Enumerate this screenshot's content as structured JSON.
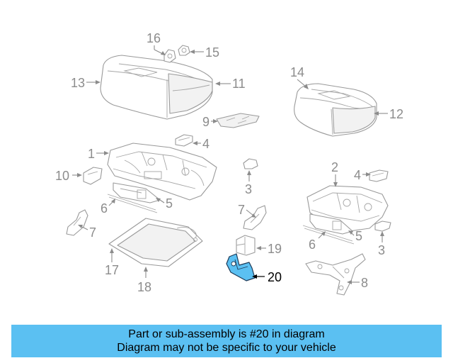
{
  "diagram": {
    "labels": {
      "p1": "1",
      "p2": "2",
      "p3a": "3",
      "p3b": "3",
      "p4a": "4",
      "p4b": "4",
      "p5a": "5",
      "p5b": "5",
      "p6a": "6",
      "p6b": "6",
      "p7a": "7",
      "p7b": "7",
      "p8": "8",
      "p9": "9",
      "p10": "10",
      "p11": "11",
      "p12": "12",
      "p13": "13",
      "p14": "14",
      "p15": "15",
      "p16": "16",
      "p17": "17",
      "p18": "18",
      "p19": "19",
      "p20": "20"
    },
    "highlight_part": "20",
    "highlight_color": "#5bc0f2",
    "label_color": "#8c8c8c"
  },
  "banner": {
    "line1": "Part or sub-assembly is #20 in diagram",
    "line2": "Diagram may not be specific to your vehicle",
    "background": "#5bc0f2"
  }
}
